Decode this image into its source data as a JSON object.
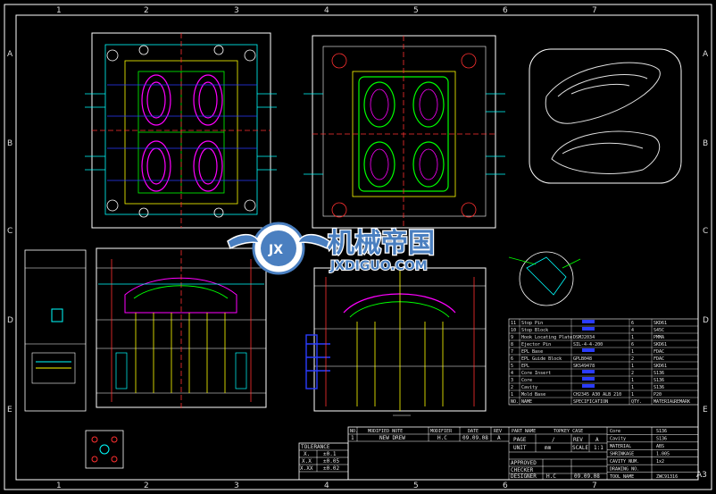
{
  "sheet": {
    "size_label": "A3",
    "zones_top": [
      "1",
      "2",
      "3",
      "4",
      "5",
      "6",
      "7"
    ],
    "zones_side": [
      "A",
      "B",
      "C",
      "D",
      "E"
    ],
    "colors": {
      "frame": "#ffffff",
      "cyan": "#00ffff",
      "yellow": "#ffff00",
      "magenta": "#ff00ff",
      "green": "#00ff00",
      "red": "#ff3030",
      "blue": "#2a3cff",
      "white": "#ffffff"
    }
  },
  "watermark": {
    "cn": "机械帝国",
    "en": "JXDIGUO.COM",
    "logo": "JX"
  },
  "bom": {
    "rows": [
      [
        "11",
        "Stop Pin",
        "",
        "6",
        "SKD61"
      ],
      [
        "10",
        "Stop Block",
        "",
        "4",
        "S45C"
      ],
      [
        "9",
        "Hook Locating Plate",
        "DSMJ2034",
        "1",
        "PMMA"
      ],
      [
        "8",
        "Ejector Pin",
        "SIL-4-4-200",
        "6",
        "SKD61"
      ],
      [
        "7",
        "EPL Base",
        "",
        "1",
        "FDAC"
      ],
      [
        "6",
        "EPL Guide Block",
        "GPLB048",
        "2",
        "FDAC"
      ],
      [
        "5",
        "EPL",
        "SKS49478",
        "1",
        "SKD61"
      ],
      [
        "4",
        "Core Insert",
        "",
        "2",
        "S136"
      ],
      [
        "3",
        "Core",
        "",
        "1",
        "S136"
      ],
      [
        "2",
        "Cavity",
        "",
        "1",
        "S136"
      ],
      [
        "1",
        "Mold Base",
        "CH2345 A30 ALB 210",
        "1",
        "P20"
      ]
    ],
    "header": [
      "NO.",
      "NAME",
      "SPECIFICATION",
      "QTY.",
      "MATERIAL",
      "REMARK"
    ]
  },
  "title_block": {
    "material_rows": [
      [
        "Core",
        "S136"
      ],
      [
        "Cavity",
        "S136"
      ],
      [
        "MATERIAL",
        "ABS"
      ],
      [
        "SHRINKAGE",
        "1.005"
      ],
      [
        "CAVITY NUM.",
        "1x2"
      ],
      [
        "DRAWING NO.",
        ""
      ],
      [
        "TOOL NAME",
        "ZWC91316"
      ]
    ],
    "revision_header": [
      "NO.",
      "MODIFIED NOTE",
      "MODIFIER",
      "DATE",
      "REV"
    ],
    "revision_row": [
      "1",
      "NEW DREW",
      "H.C",
      "09.09.08",
      "A"
    ],
    "part_name_label": "PART NAME",
    "part_name": "TOPKEY CASE",
    "page_label": "PAGE",
    "page_sep": "/",
    "rev_label": "REV",
    "rev_value": "A",
    "unit_label": "UNIT",
    "unit_value": "mm",
    "scale_label": "SCALE",
    "scale_value": "1:1",
    "approved": "APPROVED",
    "checker": "CHECKER",
    "designer": "DESIGNER",
    "designer_name": "H.C",
    "designer_date": "09.09.08",
    "tolerance_label": "TOLERANCE",
    "tolerances": [
      [
        "X.",
        "±0.1"
      ],
      [
        "X.X",
        "±0.05"
      ],
      [
        "X.XX",
        "±0.02"
      ]
    ]
  }
}
